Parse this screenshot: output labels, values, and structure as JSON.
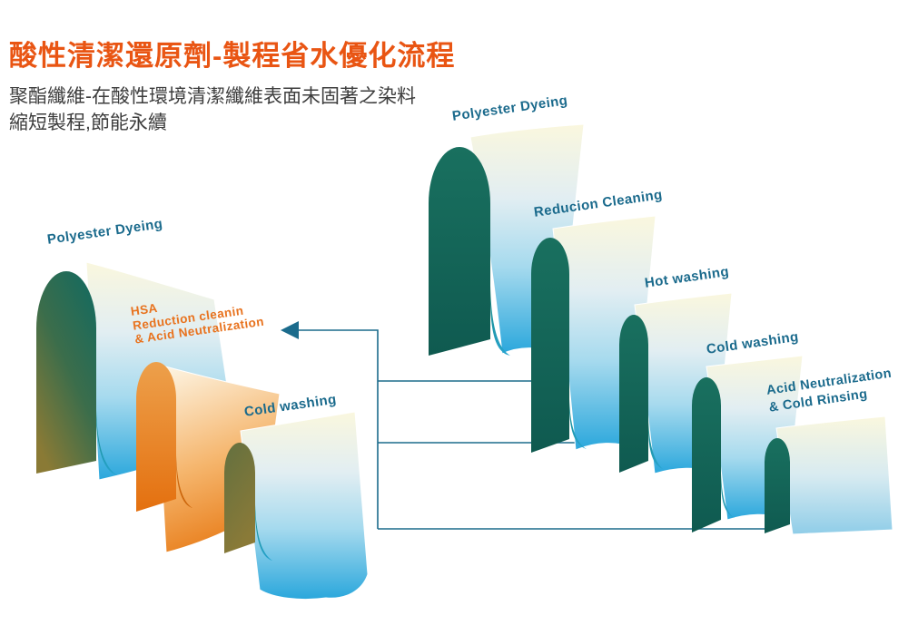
{
  "header": {
    "title": "酸性清潔還原劑-製程省水優化流程",
    "subtitle_lines": [
      "聚酯纖維-在酸性環境清潔纖維表面未固著之染料",
      "縮短製程,節能永續"
    ]
  },
  "left_flow": {
    "steps": [
      {
        "label": "Polyester Dyeing"
      },
      {
        "lines": [
          "HSA",
          "Reduction cleanin",
          "& Acid Neutralization"
        ]
      },
      {
        "label": "Cold washing"
      }
    ]
  },
  "right_flow": {
    "steps": [
      {
        "label": "Polyester Dyeing"
      },
      {
        "label": "Reducion Cleaning"
      },
      {
        "label": "Hot washing"
      },
      {
        "label": "Cold washing"
      },
      {
        "lines": [
          "Acid Neutralization",
          "& Cold Rinsing"
        ]
      }
    ]
  },
  "colors": {
    "title_orange": "#e95513",
    "subtitle_gray": "#3d3d3d",
    "label_teal": "#1a6a8c",
    "label_orange": "#e8731f",
    "arch_teal": "#15695e",
    "arch_olive": "#8a7a38",
    "arch_orange": "#e4700f",
    "sheet_cream": "#faf7de",
    "sheet_blue": "#2aa7dc",
    "sheet_orange_deep": "#e87d1a",
    "connector_teal_blue": "#1b6b8c"
  }
}
